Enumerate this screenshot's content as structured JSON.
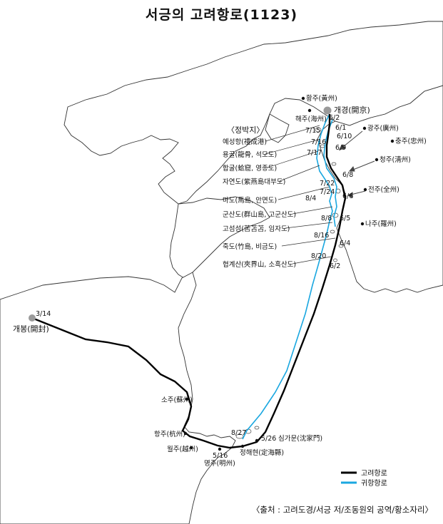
{
  "title": "서긍의 고려항로(1123)",
  "anchorage_heading": "〈정박지〉",
  "anchorages": [
    "예성항(禮成港)",
    "용골(龍骨, 석모도)",
    "합굴(蛤窟, 영종도)",
    "자연도(紫燕島대부도)",
    "마도(馬島, 안면도)",
    "군산도(群山島, 고군산도)",
    "고섬섬(苦苫苫, 임자도)",
    "죽도(竹島, 비금도)",
    "협계산(夾界山, 소흑산도)"
  ],
  "places": {
    "hwangju": "황주(黃州)",
    "gaegyeong": "개경(開京)",
    "haeju": "해주(海州)",
    "gwangju": "광주(廣州)",
    "chungju": "충주(忠州)",
    "cheongju": "청주(淸州)",
    "jeonju": "전주(全州)",
    "naju": "나주(羅州)",
    "kaifeng": "개봉(開封)",
    "suzhou": "소주(蘇州)",
    "hangzhou": "항주(杭州)",
    "yuezhou": "월주(越州)",
    "mingzhou": "명주(明州)",
    "dinghai": "정해현(定海縣)",
    "shenjiamen": "심가문(沈家門)"
  },
  "dates": {
    "kaifeng_start": "3/14",
    "mingzhou": "5/16",
    "shenjiamen": "5/26",
    "return_end": "8/27",
    "d62a": "6/2",
    "d61": "6/1",
    "d610": "6/10",
    "d69": "6/9",
    "d68": "6/8",
    "d66": "6/6",
    "d65": "6/5",
    "d64": "6/4",
    "d62b": "6/2",
    "d715": "7/15",
    "d716": "7/16",
    "d717": "7/17",
    "d722": "7/22",
    "d724": "7/24",
    "d84": "8/4",
    "d88": "8/8",
    "d816": "8/16",
    "d820": "8/20"
  },
  "legend": {
    "outbound": "고려항로",
    "return": "귀항항로"
  },
  "colors": {
    "outbound": "#000000",
    "return": "#1aa7e0",
    "city_gray": "#9a9a9a"
  },
  "source": "〈출처 : 고려도경/서긍 저/조동원외 공역/황소자리〉"
}
